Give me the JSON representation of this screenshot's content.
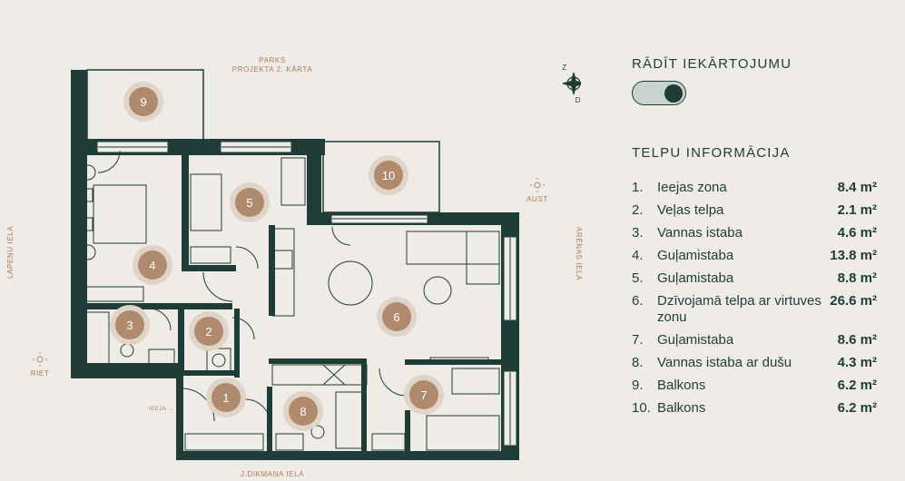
{
  "streets": {
    "top_line1": "PARKS",
    "top_line2": "PROJEKTA 2. KĀRTA",
    "left": "LAPEŅU IELA",
    "right": "ARĒNAS IELA",
    "bottom": "J.DIKMAŅA IELA"
  },
  "compass": {
    "west": "RIET",
    "east": "AUST",
    "entrance": "IEEJA →",
    "north": "Z",
    "south": "D"
  },
  "plan_rooms": [
    "9",
    "10",
    "5",
    "4",
    "3",
    "2",
    "6",
    "1",
    "8",
    "7"
  ],
  "panel": {
    "toggle_label": "RĀDĪT IEKĀRTOJUMU",
    "toggle_on": true,
    "info_title": "TELPU INFORMĀCIJA",
    "rooms": [
      {
        "num": "1.",
        "name": "Ieejas zona",
        "area": "8.4 m²"
      },
      {
        "num": "2.",
        "name": "Veļas telpa",
        "area": "2.1 m²"
      },
      {
        "num": "3.",
        "name": "Vannas istaba",
        "area": "4.6 m²"
      },
      {
        "num": "4.",
        "name": "Guļamistaba",
        "area": "13.8 m²"
      },
      {
        "num": "5.",
        "name": "Guļamistaba",
        "area": "8.8 m²"
      },
      {
        "num": "6.",
        "name": "Dzīvojamā telpa ar virtuves zonu",
        "area": "26.6 m²"
      },
      {
        "num": "7.",
        "name": "Guļamistaba",
        "area": "8.6 m²"
      },
      {
        "num": "8.",
        "name": "Vannas istaba ar dušu",
        "area": "4.3 m²"
      },
      {
        "num": "9.",
        "name": "Balkons",
        "area": "6.2 m²"
      },
      {
        "num": "10.",
        "name": "Balkons",
        "area": "6.2 m²"
      }
    ]
  },
  "colors": {
    "wall": "#1f3d36",
    "accent": "#b08a6c",
    "background": "#efebe7"
  }
}
